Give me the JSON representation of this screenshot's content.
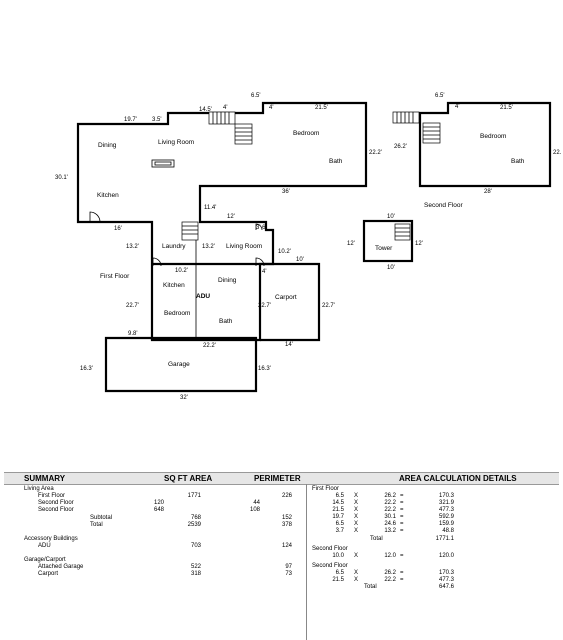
{
  "plan": {
    "rooms": {
      "dining": "Dining",
      "living_room": "Living Room",
      "kitchen": "Kitchen",
      "bedroom": "Bedroom",
      "bath": "Bath",
      "laundry": "Laundry",
      "living_room_2": "Living Room",
      "first_floor": "First Floor",
      "adu_kitchen": "Kitchen",
      "adu": "ADU",
      "adu_dining": "Dining",
      "adu_bedroom": "Bedroom",
      "adu_bath": "Bath",
      "carport": "Carport",
      "garage": "Garage",
      "second_bedroom": "Bedroom",
      "second_bath": "Bath",
      "second_floor": "Second Floor",
      "tower": "Tower"
    },
    "dims": {
      "d_6_5": "6.5'",
      "d_14_5": "14.5'",
      "d_4a": "4'",
      "d_4b": "4'",
      "d_21_5": "21.5'",
      "d_19_7": "19.7'",
      "d_3_5": "3.5'",
      "d_30_1": "30.1'",
      "d_22_2": "22.2'",
      "d_36": "36'",
      "d_11_4": "11.4'",
      "d_16": "16'",
      "d_12": "12'",
      "d_3_6": "3' 6'",
      "d_13_2a": "13.2'",
      "d_13_2b": "13.2'",
      "d_10_2a": "10.2'",
      "d_10_2b": "10.2'",
      "d_10": "10'",
      "d_4c": "4'",
      "d_22_7a": "22.7'",
      "d_22_7b": "22.7'",
      "d_22_7c": "22.7'",
      "d_9_8": "9.8'",
      "d_22_2b": "22.2'",
      "d_14": "14'",
      "d_16_3a": "16.3'",
      "d_16_3b": "16.3'",
      "d_32": "32'",
      "s_6_5": "6.5'",
      "s_4": "4'",
      "s_21_5": "21.5'",
      "s_26_2": "26.2'",
      "s_22": "22.",
      "s_28": "28'",
      "t_10a": "10'",
      "t_10b": "10'",
      "t_12a": "12'",
      "t_12b": "12'"
    }
  },
  "report": {
    "headers": {
      "summary": "SUMMARY",
      "sqft": "SQ FT AREA",
      "perimeter": "PERIMETER",
      "calc": "AREA CALCULATION DETAILS"
    },
    "summary": {
      "living_area": "Living Area",
      "first_floor": {
        "label": "First Floor",
        "area": "1771",
        "perim": "226"
      },
      "second_floor_1": {
        "label": "Second Floor",
        "area": "120",
        "perim": "44"
      },
      "second_floor_2": {
        "label": "Second Floor",
        "area": "648",
        "perim": "108"
      },
      "subtotal": {
        "label": "Subtotal",
        "area": "768",
        "perim": "152"
      },
      "total": {
        "label": "Total",
        "area": "2539",
        "perim": "378"
      },
      "accessory": "Accessory Buildings",
      "adu": {
        "label": "ADU",
        "area": "703",
        "perim": "124"
      },
      "garage_carport": "Garage/Carport",
      "attached_garage": {
        "label": "Attached Garage",
        "area": "522",
        "perim": "97"
      },
      "carport": {
        "label": "Carport",
        "area": "318",
        "perim": "73"
      }
    },
    "calc": {
      "first_floor": {
        "label": "First Floor",
        "rows": [
          [
            "6.5",
            "X",
            "26.2",
            "=",
            "170.3"
          ],
          [
            "14.5",
            "X",
            "22.2",
            "=",
            "321.9"
          ],
          [
            "21.5",
            "X",
            "22.2",
            "=",
            "477.3"
          ],
          [
            "19.7",
            "X",
            "30.1",
            "=",
            "592.9"
          ],
          [
            "6.5",
            "X",
            "24.6",
            "=",
            "159.9"
          ],
          [
            "3.7",
            "X",
            "13.2",
            "=",
            "48.8"
          ]
        ],
        "total_label": "Total",
        "total": "1771.1"
      },
      "second_floor_1": {
        "label": "Second Floor",
        "rows": [
          [
            "10.0",
            "X",
            "12.0",
            "=",
            "120.0"
          ]
        ]
      },
      "second_floor_2": {
        "label": "Second Floor",
        "rows": [
          [
            "6.5",
            "X",
            "26.2",
            "=",
            "170.3"
          ],
          [
            "21.5",
            "X",
            "22.2",
            "=",
            "477.3"
          ]
        ],
        "total_label": "Total",
        "total": "647.6"
      }
    }
  }
}
